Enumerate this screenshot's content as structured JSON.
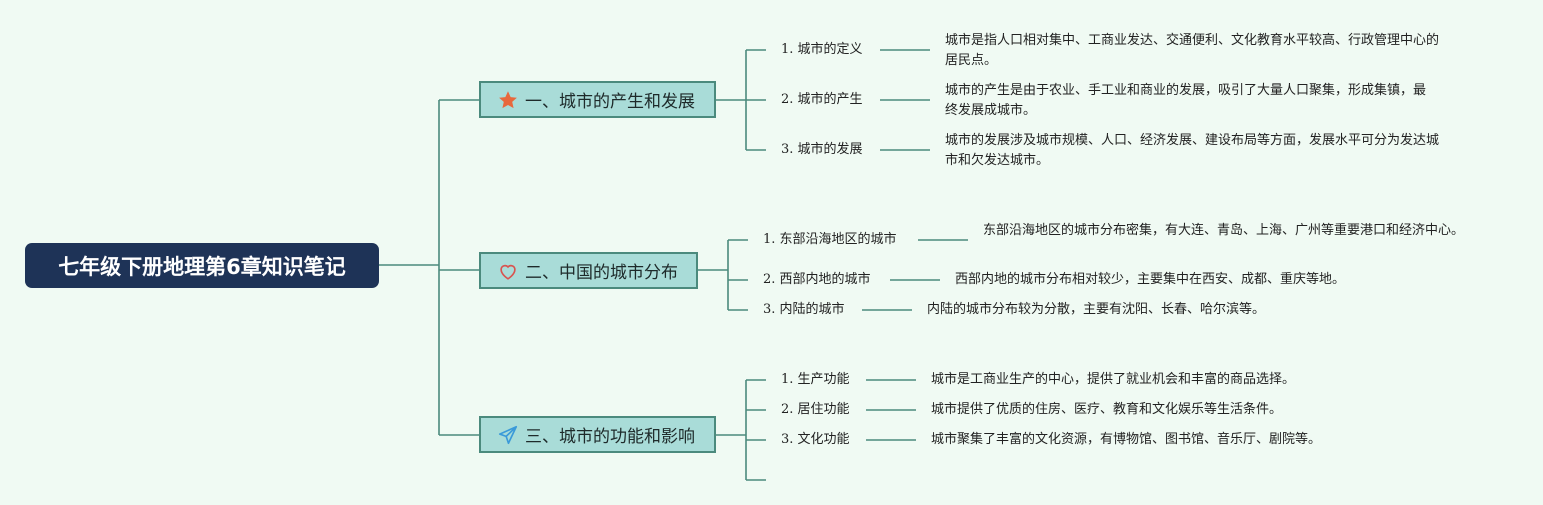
{
  "root": {
    "title": "七年级下册地理第6章知识笔记"
  },
  "branches": [
    {
      "icon": "star-icon",
      "label": "一、城市的产生和发展",
      "leaves": [
        {
          "label": "1. 城市的定义",
          "desc": "城市是指人口相对集中、工商业发达、交通便利、文化教育水平较高、行政管理中心的居民点。"
        },
        {
          "label": "2. 城市的产生",
          "desc": "城市的产生是由于农业、手工业和商业的发展，吸引了大量人口聚集，形成集镇，最终发展成城市。"
        },
        {
          "label": "3. 城市的发展",
          "desc": "城市的发展涉及城市规模、人口、经济发展、建设布局等方面，发展水平可分为发达城市和欠发达城市。"
        }
      ]
    },
    {
      "icon": "heart-icon",
      "label": "二、中国的城市分布",
      "leaves": [
        {
          "label": "1. 东部沿海地区的城市",
          "desc": "东部沿海地区的城市分布密集，有大连、青岛、上海、广州等重要港口和经济中心。"
        },
        {
          "label": "2. 西部内地的城市",
          "desc": "西部内地的城市分布相对较少，主要集中在西安、成都、重庆等地。"
        },
        {
          "label": "3. 内陆的城市",
          "desc": "内陆的城市分布较为分散，主要有沈阳、长春、哈尔滨等。"
        }
      ]
    },
    {
      "icon": "paper-plane-icon",
      "label": "三、城市的功能和影响",
      "leaves": [
        {
          "label": "1. 生产功能",
          "desc": "城市是工商业生产的中心，提供了就业机会和丰富的商品选择。"
        },
        {
          "label": "2. 居住功能",
          "desc": "城市提供了优质的住房、医疗、教育和文化娱乐等生活条件。"
        },
        {
          "label": "3. 文化功能",
          "desc": "城市聚集了丰富的文化资源，有博物馆、图书馆、音乐厅、剧院等。"
        }
      ]
    }
  ],
  "colors": {
    "background": "#f0faf3",
    "root_fill": "#1e3357",
    "branch_fill": "#a9dcd8",
    "branch_border": "#4b8a7d",
    "connector": "#4b8a7d",
    "star": "#e8683c",
    "heart": "#d9534f",
    "plane": "#3a9ad9"
  }
}
